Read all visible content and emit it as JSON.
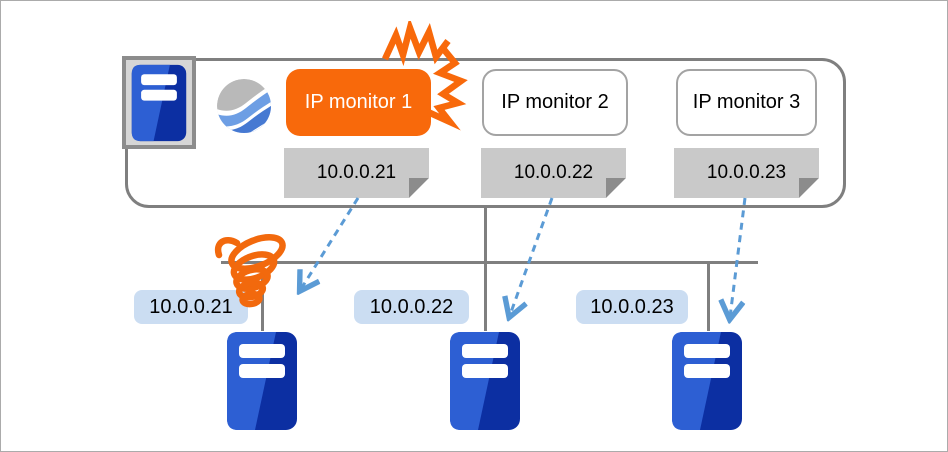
{
  "diagram": {
    "title": "",
    "monitors": [
      {
        "label": "IP monitor 1",
        "ip": "10.0.0.21",
        "style": "alert",
        "icon": "burst-icon"
      },
      {
        "label": "IP monitor 2",
        "ip": "10.0.0.22",
        "style": "normal",
        "icon": null
      },
      {
        "label": "IP monitor 3",
        "ip": "10.0.0.23",
        "style": "normal",
        "icon": null
      }
    ],
    "targets": [
      {
        "ip": "10.0.0.21",
        "link_icon": "coil-broken-link-icon"
      },
      {
        "ip": "10.0.0.22",
        "link_icon": null
      },
      {
        "ip": "10.0.0.23",
        "link_icon": null
      }
    ],
    "icons": {
      "server": "server-icon",
      "logo": "wave-globe-logo-icon",
      "burst": "burst-icon",
      "coil": "coil-broken-link-icon",
      "arrow": "dashed-ping-arrow"
    },
    "colors": {
      "accent_orange": "#f8690b",
      "server_blue": "#2d5fd3",
      "server_blue_dark": "#0c2fa2",
      "arrow_blue": "#5b9bd5",
      "note_gray": "#c9c9c9",
      "note_fold_gray": "#8c8c8c",
      "line_gray": "#7f7f7f",
      "ip_label_blue": "#cbddf2"
    }
  }
}
